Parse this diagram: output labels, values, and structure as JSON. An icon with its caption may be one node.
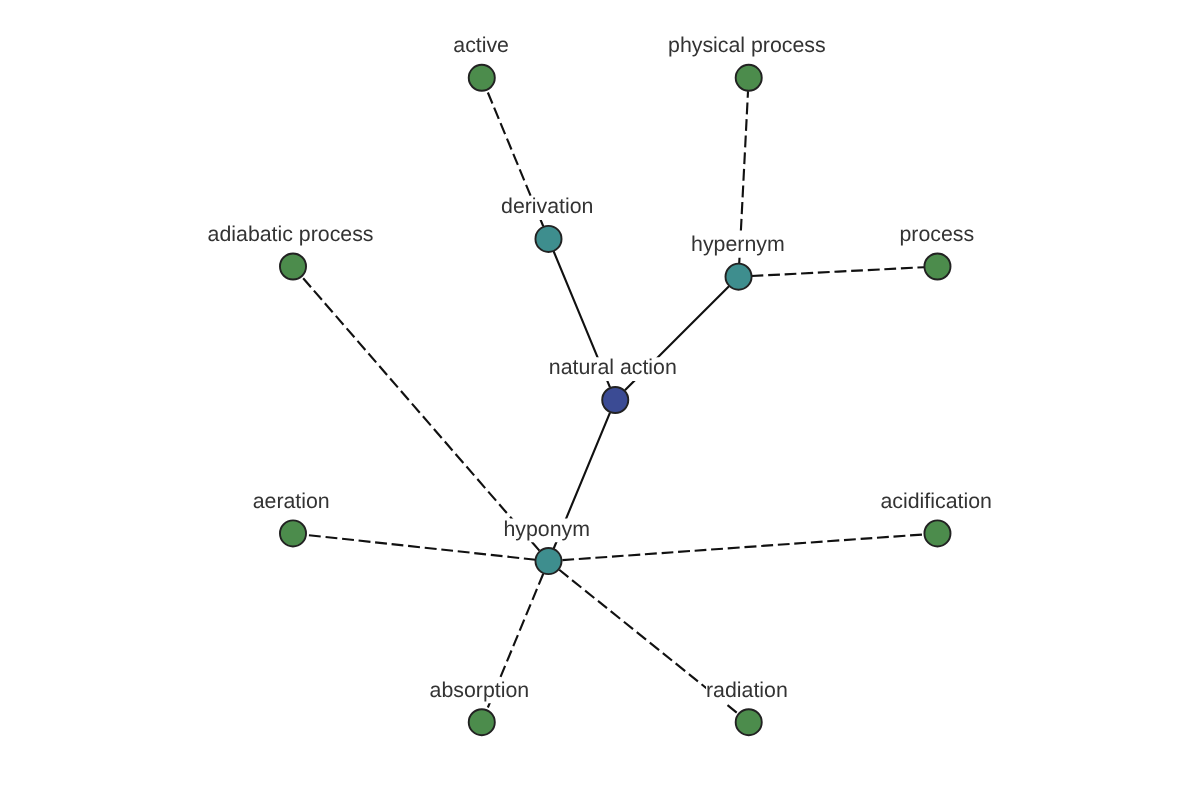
{
  "diagram": {
    "nodes": [
      {
        "text": [
          "process"
        ]
      },
      {
        "text": [
          "physical process"
        ]
      },
      {
        "text": [
          "hypernym"
        ]
      },
      {
        "text": [
          "natural action"
        ]
      },
      {
        "text": [
          "adiabatic process"
        ]
      },
      {
        "text": [
          "derivation"
        ]
      },
      {
        "text": [
          "hyponym"
        ]
      },
      {
        "text": [
          "aeration"
        ]
      },
      {
        "text": [
          "active"
        ]
      },
      {
        "text": [
          "absorption"
        ]
      },
      {
        "text": [
          "radiation"
        ]
      },
      {
        "text": [
          "acidification"
        ]
      }
    ],
    "edges": [
      {
        "from": 3,
        "to": 2,
        "arrow": "none"
      },
      {
        "from": 2,
        "to": 0,
        "arrow": "none",
        "style": "dashed"
      },
      {
        "from": 2,
        "to": 1,
        "arrow": "none",
        "style": "dashed"
      },
      {
        "from": 3,
        "to": 5,
        "arrow": "none"
      },
      {
        "from": 5,
        "to": 8,
        "arrow": "none",
        "style": "dashed"
      },
      {
        "from": 3,
        "to": 6,
        "arrow": "none"
      },
      {
        "from": 6,
        "to": 4,
        "arrow": "none",
        "style": "dashed"
      },
      {
        "from": 6,
        "to": 7,
        "arrow": "none",
        "style": "dashed"
      },
      {
        "from": 6,
        "to": 9,
        "arrow": "none",
        "style": "dashed"
      },
      {
        "from": 6,
        "to": 11,
        "arrow": "none",
        "style": "dashed"
      },
      {
        "from": 6,
        "to": 10,
        "arrow": "none",
        "style": "dashed"
      }
    ]
  }
}
